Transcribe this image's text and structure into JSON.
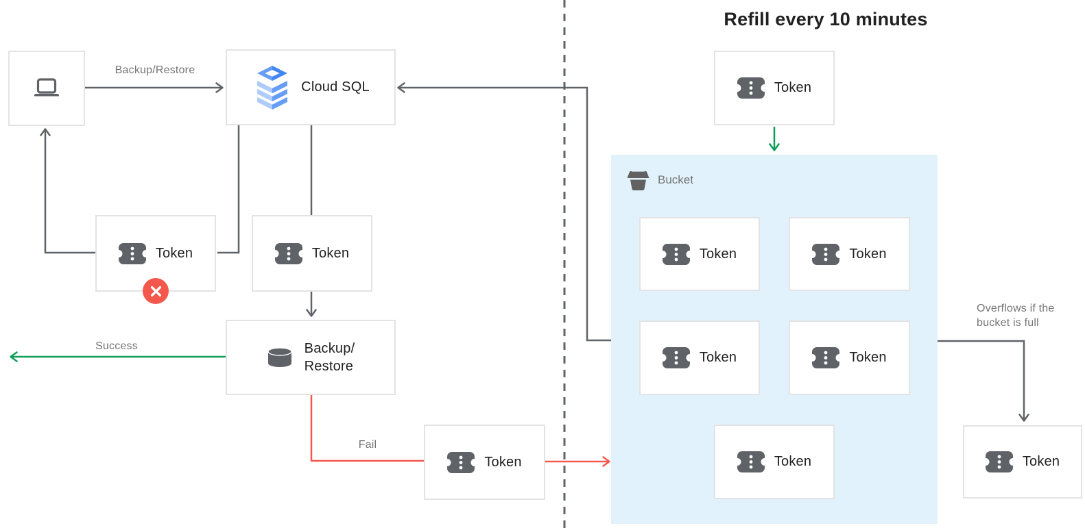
{
  "title": "Refill every 10 minutes",
  "labels": {
    "backup_restore_arrow": "Backup/Restore",
    "cloud_sql": "Cloud SQL",
    "token": "Token",
    "backup_line1": "Backup/",
    "backup_line2": "Restore",
    "success": "Success",
    "fail": "Fail",
    "bucket": "Bucket",
    "overflow_line1": "Overflows if the",
    "overflow_line2": "bucket is full"
  },
  "icons": {
    "laptop": "laptop-icon",
    "cloud_sql": "cloud-sql-stack-icon",
    "token": "token-ticket-icon",
    "database": "database-cylinder-icon",
    "bucket": "bucket-icon",
    "error": "error-x-icon"
  },
  "colors": {
    "success_green": "#0F9D58",
    "fail_red": "#F4584D",
    "connector_gray": "#5F6368",
    "bucket_background": "#E1F2FC",
    "box_border": "#E3E3E3",
    "text_dark": "#212121",
    "text_gray": "#757575",
    "cloud_sql_blue_light": "#AECBFA",
    "cloud_sql_blue_mid": "#669DF6",
    "cloud_sql_blue_dark": "#4285F4"
  }
}
